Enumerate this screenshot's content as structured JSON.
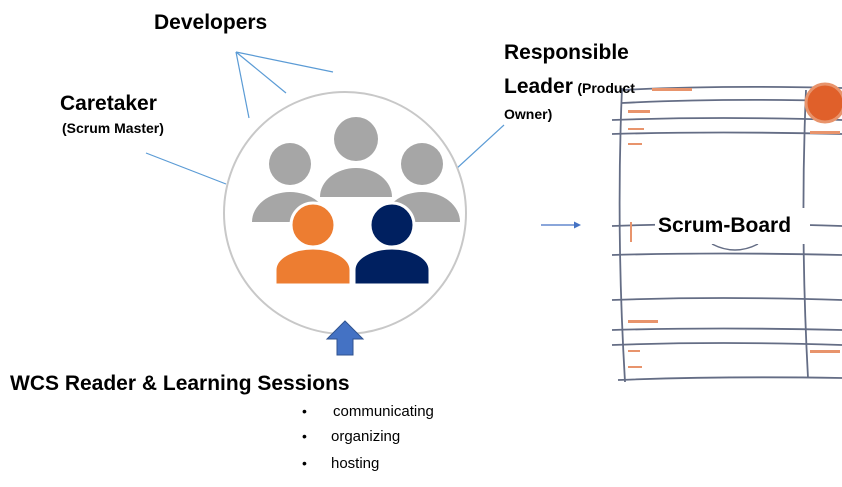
{
  "labels": {
    "developers": "Developers",
    "caretaker": "Caretaker",
    "caretaker_sub": "(Scrum Master)",
    "responsible_line1": "Responsible",
    "responsible_line2": "Leader",
    "responsible_paren1": "(Product",
    "responsible_paren2": "Owner)",
    "board_title": "Scrum-Board",
    "sessions_title": "WCS Reader & Learning Sessions"
  },
  "activities": [
    "communicating",
    "organizing",
    "hosting"
  ],
  "colors": {
    "orange": "#ed7d31",
    "navy": "#002060",
    "gray": "#a6a6a6",
    "blue_arrow": "#4472c4",
    "line": "#5b9bd5",
    "circle": "#c8c8c8"
  },
  "icons": [
    "people-group-icon",
    "up-arrow-icon",
    "right-arrow-icon",
    "scrum-board-image"
  ]
}
